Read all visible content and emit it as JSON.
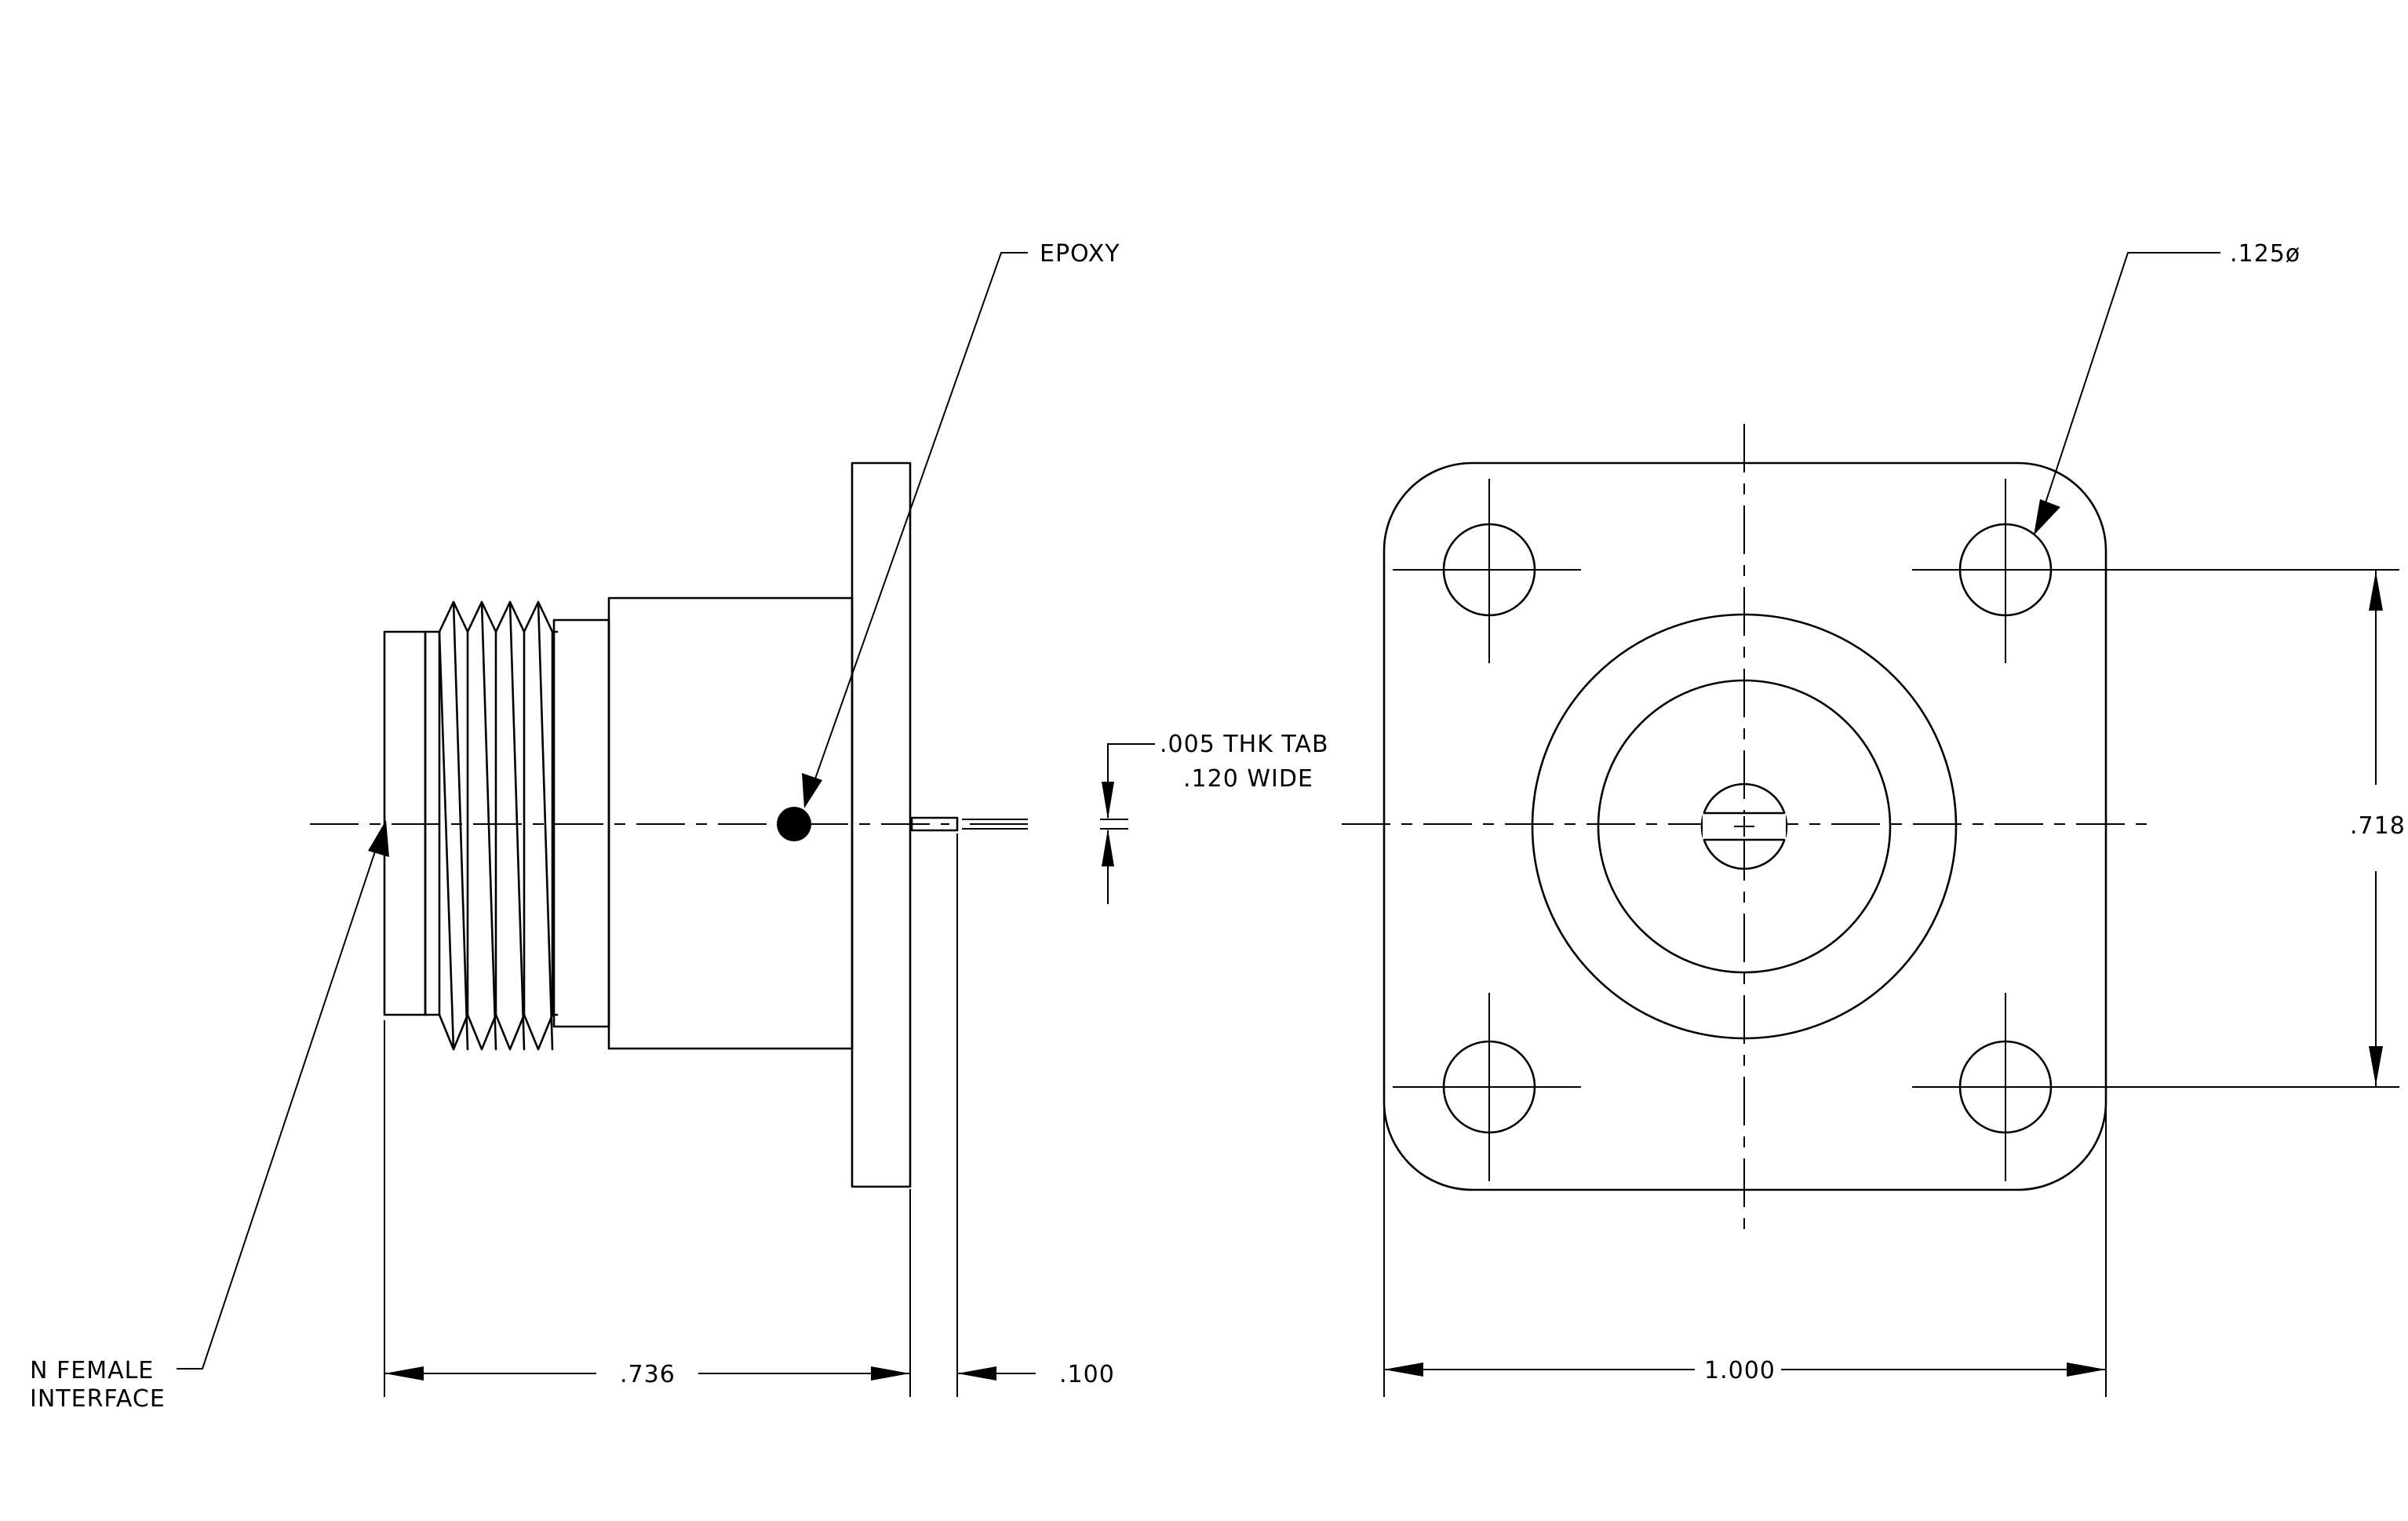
{
  "callouts": {
    "epoxy": "EPOXY",
    "hole_dia": ".125ø",
    "tab_line1": ".005 THK TAB",
    "tab_line2": ".120 WIDE",
    "interface_line1": "N FEMALE",
    "interface_line2": "INTERFACE"
  },
  "dimensions": {
    "body_length": ".736",
    "tab_length": ".100",
    "flange_width": "1.000",
    "hole_spacing": ".718"
  },
  "colors": {
    "line": "#000000",
    "background": "#ffffff"
  }
}
